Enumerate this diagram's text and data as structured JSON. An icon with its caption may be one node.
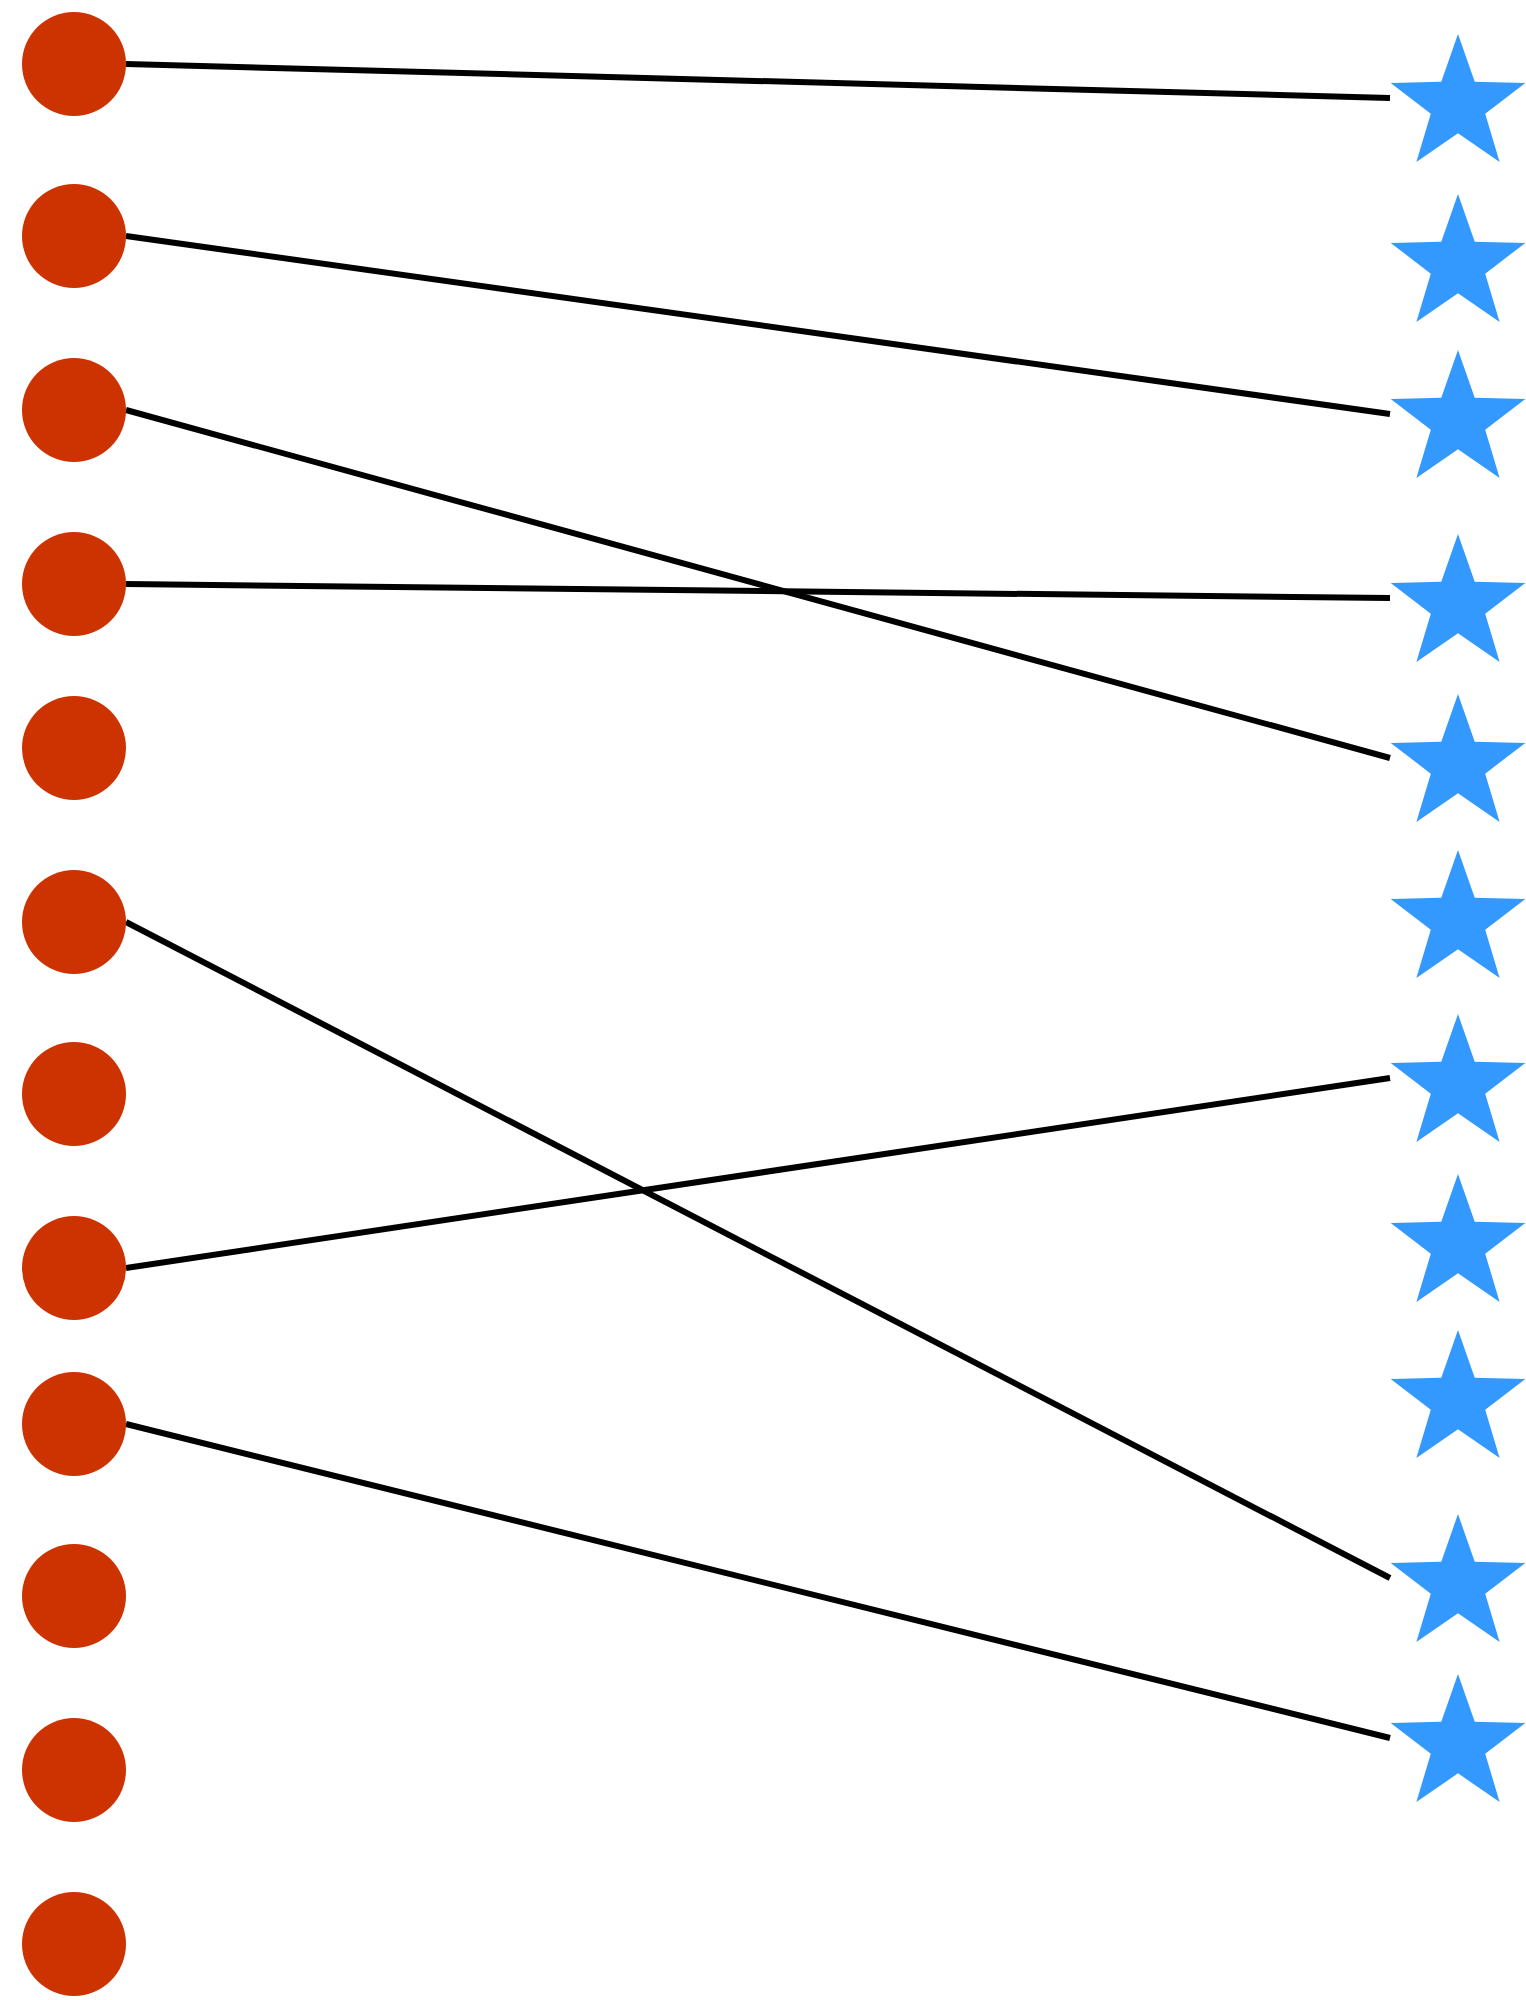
{
  "diagram": {
    "nodes": [
      {
        "text": [],
        "shape": "circle"
      },
      {
        "text": [],
        "shape": "circle"
      },
      {
        "text": [],
        "shape": "circle"
      },
      {
        "text": [],
        "shape": "circle"
      },
      {
        "text": [],
        "shape": "circle"
      },
      {
        "text": [],
        "shape": "circle"
      },
      {
        "text": [],
        "shape": "circle"
      },
      {
        "text": [],
        "shape": "circle"
      },
      {
        "text": [],
        "shape": "circle"
      },
      {
        "text": [],
        "shape": "circle"
      },
      {
        "text": [],
        "shape": "circle"
      },
      {
        "text": [],
        "shape": "circle"
      },
      {
        "text": [],
        "shape": "star"
      },
      {
        "text": [],
        "shape": "star"
      },
      {
        "text": [],
        "shape": "star"
      },
      {
        "text": [],
        "shape": "star"
      },
      {
        "text": [],
        "shape": "star"
      },
      {
        "text": [],
        "shape": "star"
      },
      {
        "text": [],
        "shape": "star"
      },
      {
        "text": [],
        "shape": "star"
      },
      {
        "text": [],
        "shape": "star"
      },
      {
        "text": [],
        "shape": "star"
      },
      {
        "text": [],
        "shape": "star"
      }
    ],
    "edges": [
      {
        "from": 0,
        "to": 12,
        "arrow": "none"
      },
      {
        "from": 1,
        "to": 14,
        "arrow": "none"
      },
      {
        "from": 2,
        "to": 16,
        "arrow": "none"
      },
      {
        "from": 3,
        "to": 15,
        "arrow": "none"
      },
      {
        "from": 5,
        "to": 21,
        "arrow": "none"
      },
      {
        "from": 7,
        "to": 18,
        "arrow": "none"
      },
      {
        "from": 8,
        "to": 22,
        "arrow": "none"
      }
    ]
  }
}
